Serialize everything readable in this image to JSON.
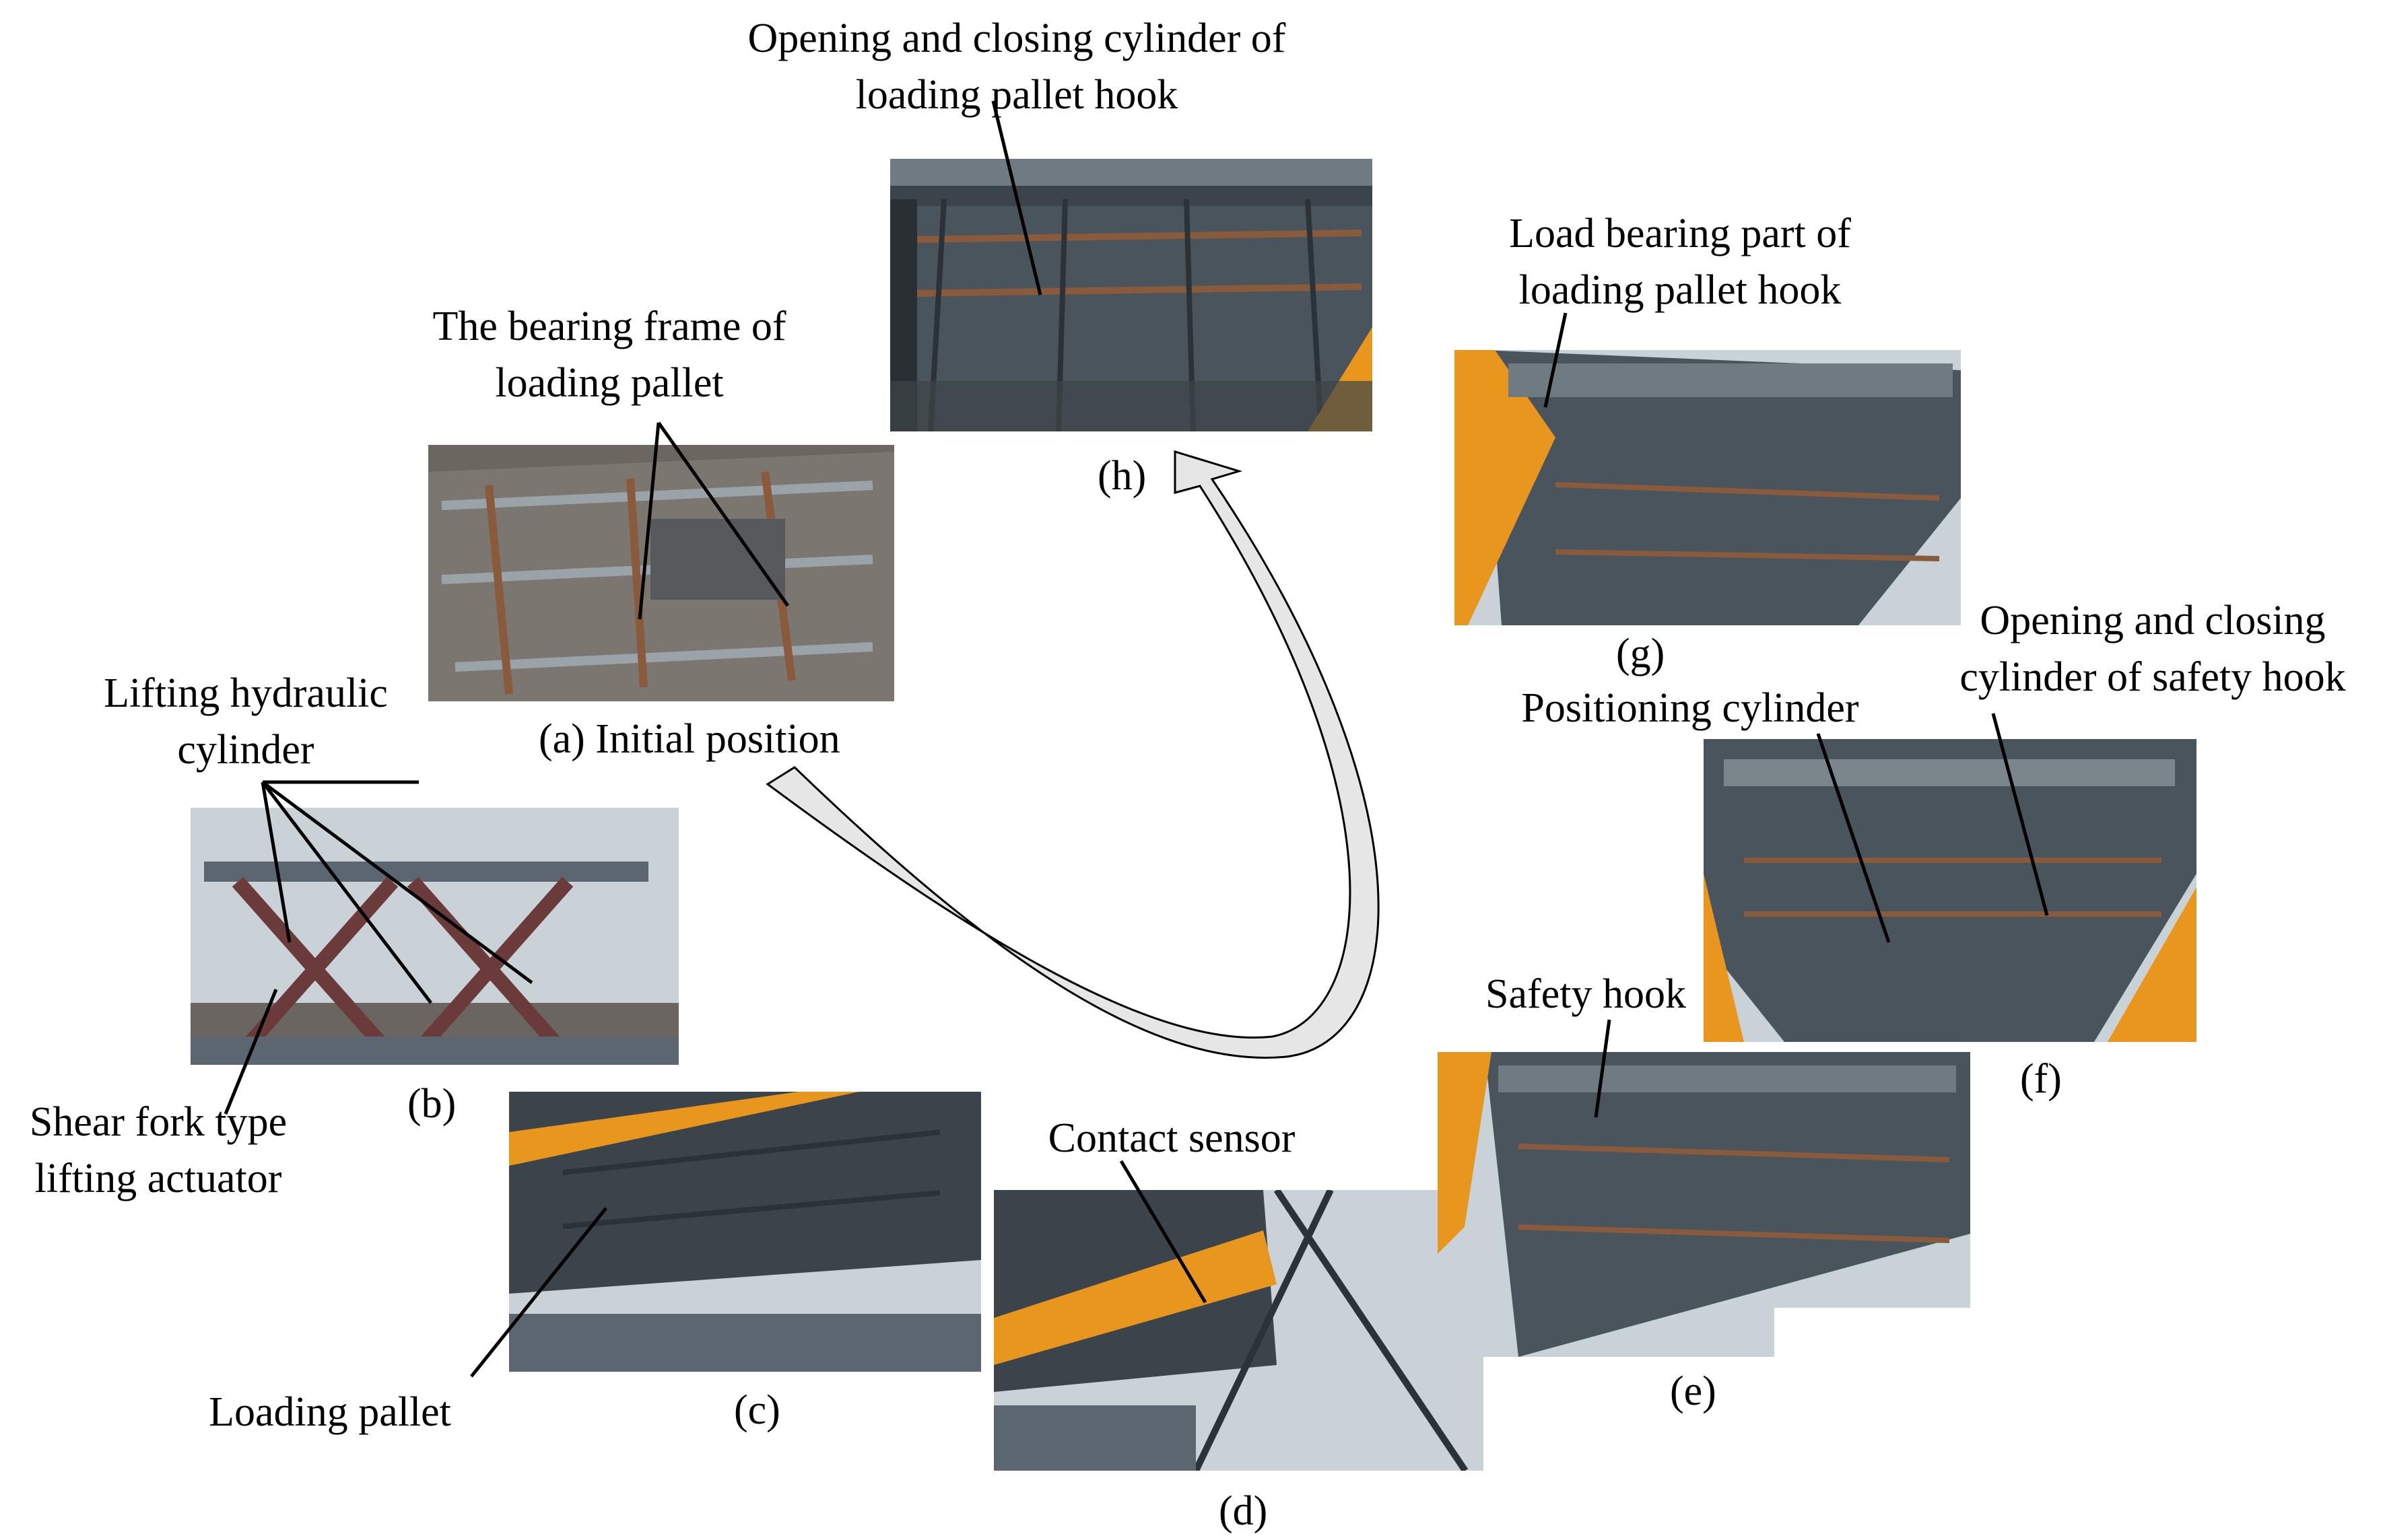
{
  "panels": {
    "a": {
      "caption": "(a) Initial position",
      "callout": [
        "The bearing frame of",
        "loading pallet"
      ]
    },
    "b": {
      "caption": "(b)",
      "callouts": {
        "cylinder": [
          "Lifting hydraulic",
          "cylinder"
        ],
        "actuator": [
          "Shear fork type",
          "lifting actuator"
        ]
      }
    },
    "c": {
      "caption": "(c)",
      "callout": "Loading pallet"
    },
    "d": {
      "caption": "(d)",
      "callout": "Contact sensor"
    },
    "e": {
      "caption": "(e)",
      "callout": "Safety hook"
    },
    "f": {
      "caption": "(f)",
      "callouts": {
        "positioning": "Positioning cylinder",
        "safety": [
          "Opening and closing",
          "cylinder of safety hook"
        ]
      }
    },
    "g": {
      "caption": "(g)",
      "callout": [
        "Load bearing part of",
        "loading pallet hook"
      ]
    },
    "h": {
      "caption": "(h)",
      "callout": [
        "Opening and closing cylinder of",
        "loading pallet hook"
      ]
    }
  },
  "colors": {
    "steel": "#5b6670",
    "rust": "#8a5a3c",
    "orange": "#e8961e",
    "sky": "#c9d2d6"
  }
}
